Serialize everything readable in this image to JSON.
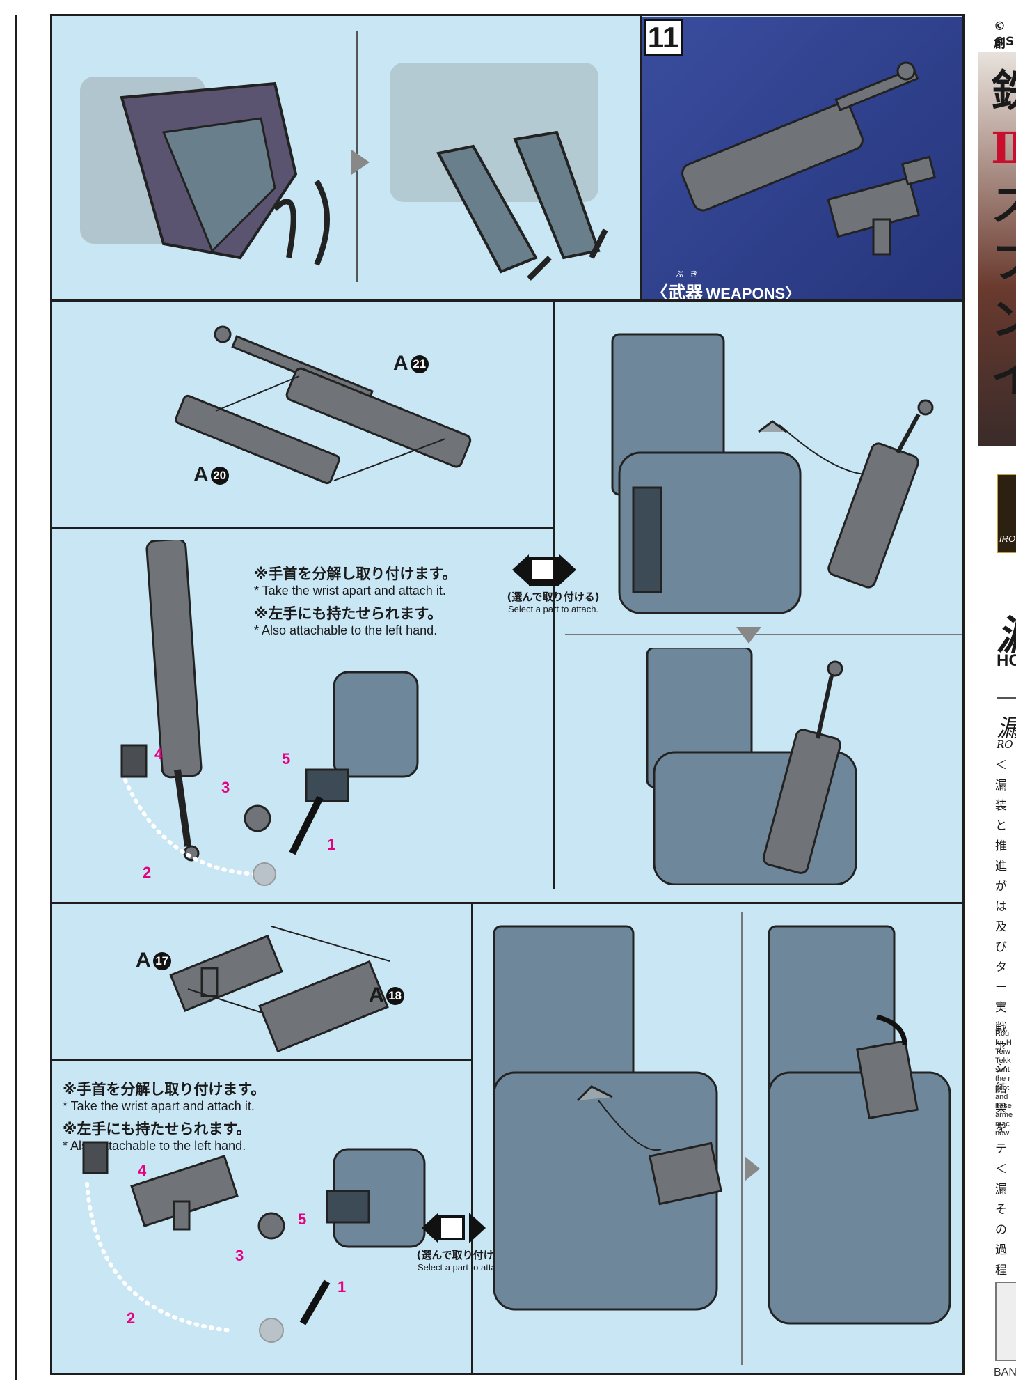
{
  "step_number": "11",
  "weapons_banner": {
    "jp": "〈武器",
    "ruby": "ぶ き",
    "en": "WEAPONS〉"
  },
  "parts": {
    "a20": {
      "letter": "A",
      "num": "20"
    },
    "a21": {
      "letter": "A",
      "num": "21"
    },
    "a17": {
      "letter": "A",
      "num": "17"
    },
    "a18": {
      "letter": "A",
      "num": "18"
    }
  },
  "notes": {
    "wrist_jp": "※手首を分解し取り付けます。",
    "wrist_en": "* Take the wrist apart and attach it.",
    "left_jp": "※左手にも持たせられます。",
    "left_en": "* Also attachable to the left hand."
  },
  "select": {
    "jp": "(選んで取り付ける)",
    "en": "Select a part to attach."
  },
  "step_markers": [
    "1",
    "2",
    "3",
    "4",
    "5"
  ],
  "sidebar": {
    "copyright_1": "©創",
    "copyright_2": "©S",
    "title_chars": [
      "鉄",
      "Ⅱ",
      "ス",
      "フ",
      "ン",
      "イ"
    ],
    "logo_fragment": "IRO",
    "kanji_large": "漏",
    "ho_text": "HO",
    "name_kanji": "漏",
    "name_roman": "RO",
    "jp_lines": [
      "＜漏",
      "装と",
      "推進",
      "がは",
      "及び",
      "ター",
      "実戦",
      "アシ",
      "結果",
      "をテ",
      "＜漏",
      "その",
      "過程"
    ],
    "en_lines": [
      "Rou",
      "for H",
      "Teiw",
      "Tekk",
      "sent",
      "the r",
      "pilot",
      "and",
      "base",
      "arme",
      "mac",
      "now"
    ],
    "bottom_text": "BAN"
  },
  "colors": {
    "panel_bg": "#c9e6f5",
    "weapons_bg": "#2e3f8e",
    "accent_magenta": "#e6007e",
    "part_gray": "#6f7478"
  }
}
